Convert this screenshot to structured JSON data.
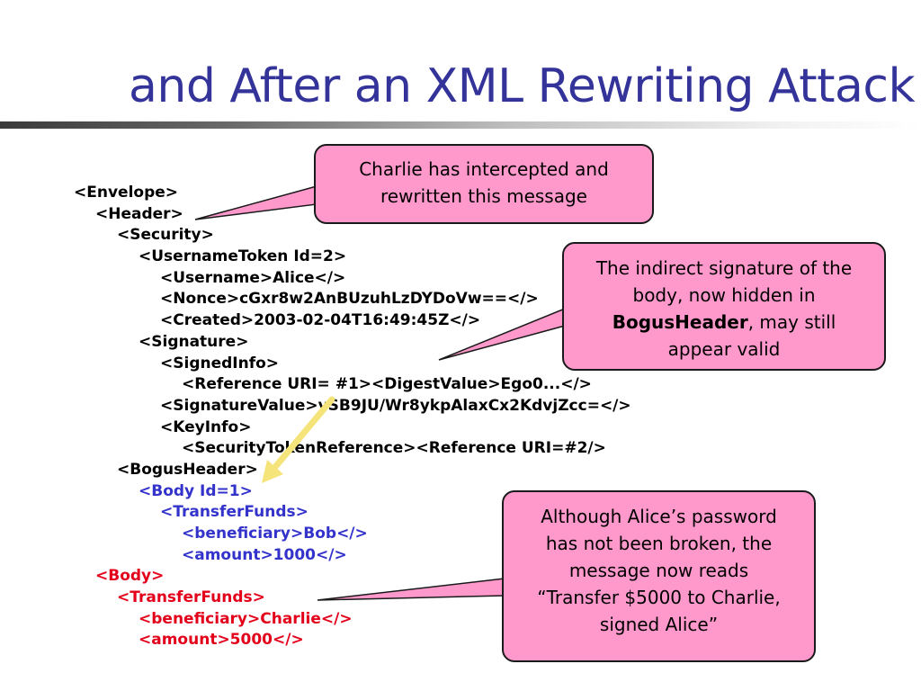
{
  "title": "and After an XML Rewriting Attack",
  "colors": {
    "title": "#33339a",
    "callout_fill": "#ff99cc",
    "blue_text": "#3333cc",
    "red_text": "#e3001b",
    "arrow": "#f5e47a"
  },
  "code_lines": [
    "<Envelope>",
    "<Header>",
    "<Security>",
    "<UsernameToken Id=2>",
    "<Username>Alice</>",
    "<Nonce>cGxr8w2AnBUzuhLzDYDoVw==</>",
    "<Created>2003-02-04T16:49:45Z</>",
    "<Signature>",
    "<SignedInfo>",
    "<Reference URI= #1><DigestValue>Ego0...</>",
    "<SignatureValue>vSB9JU/Wr8ykpAlaxCx2KdvjZcc=</>",
    "<KeyInfo>",
    "<SecurityTokenReference><Reference URI=#2/>",
    "<BogusHeader>",
    "<Body Id=1>",
    "<TransferFunds>",
    "<beneficiary>Bob</>",
    "<amount>1000</>",
    "<Body>",
    "<TransferFunds>",
    "<beneficiary>Charlie</>",
    "<amount>5000</>"
  ],
  "callouts": {
    "intercept": {
      "line1": "Charlie has intercepted and",
      "line2": "rewritten this message"
    },
    "signature": {
      "line1": "The indirect signature of the",
      "line2": "body, now hidden in",
      "bold": "BogusHeader",
      "line3_rest": ", may still",
      "line4": "appear valid"
    },
    "password": {
      "line1": "Although Alice’s password",
      "line2": "has not been broken, the",
      "line3": "message now reads",
      "line4": "“Transfer $5000 to Charlie,",
      "line5": "signed Alice”"
    }
  }
}
